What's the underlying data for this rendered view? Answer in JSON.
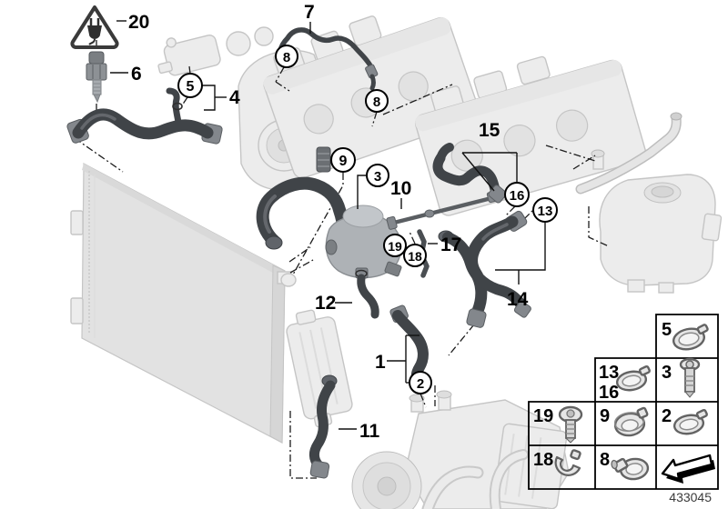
{
  "diagram": {
    "number": "433045",
    "title_hint": "cooling-system-water-hoses-parts-diagram"
  },
  "callouts": {
    "part1": "1",
    "part2": "2",
    "part3": "3",
    "part4": "4",
    "part5": "5",
    "part6": "6",
    "part7": "7",
    "part8a": "8",
    "part8b": "8",
    "part9": "9",
    "part10": "10",
    "part11": "11",
    "part12": "12",
    "part13": "13",
    "part14": "14",
    "part15": "15",
    "part16": "16",
    "part17": "17",
    "part18": "18",
    "part19": "19",
    "part20": "20"
  },
  "legend": {
    "c5": "5",
    "c13": "13",
    "c16": "16",
    "c3": "3",
    "c19": "19",
    "c9": "9",
    "c2": "2",
    "c18": "18",
    "c8": "8"
  },
  "icons": {
    "warning_triangle": "electrical-plug-hazard-triangle",
    "legend_row1": "hose-clamp",
    "legend_13_16": "hose-clamp",
    "legend_3": "hex-bolt",
    "legend_19": "pan-head-screw",
    "legend_9": "hose-clamp-band",
    "legend_2": "hose-clamp",
    "legend_18": "retaining-clip",
    "legend_8": "worm-drive-clamp",
    "legend_arrow": "direction-arrow"
  },
  "colors": {
    "hose_dark": "#404448",
    "ghost_fill": "#ececec",
    "ghost_line": "#c5c5c5",
    "line": "#111111",
    "background": "#ffffff"
  }
}
